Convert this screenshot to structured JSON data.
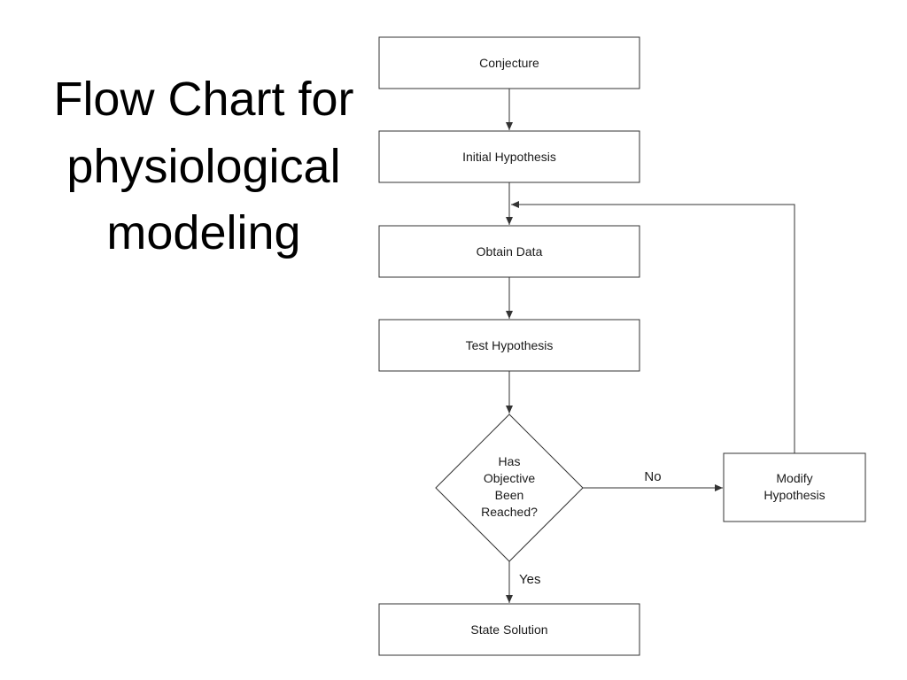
{
  "title": {
    "lines": [
      "Flow Chart for",
      "physiological",
      "modeling"
    ]
  },
  "flowchart": {
    "nodes": {
      "conjecture": {
        "label": "Conjecture"
      },
      "initial_hypothesis": {
        "label": "Initial Hypothesis"
      },
      "obtain_data": {
        "label": "Obtain Data"
      },
      "test_hypothesis": {
        "label": "Test Hypothesis"
      },
      "decision": {
        "lines": [
          "Has",
          "Objective",
          "Been",
          "Reached?"
        ]
      },
      "modify_hypothesis": {
        "lines": [
          "Modify",
          "Hypothesis"
        ]
      },
      "state_solution": {
        "label": "State Solution"
      }
    },
    "edges": {
      "no_label": "No",
      "yes_label": "Yes"
    },
    "colors": {
      "stroke": "#333333",
      "text": "#1a1a1a",
      "background": "#ffffff"
    }
  }
}
